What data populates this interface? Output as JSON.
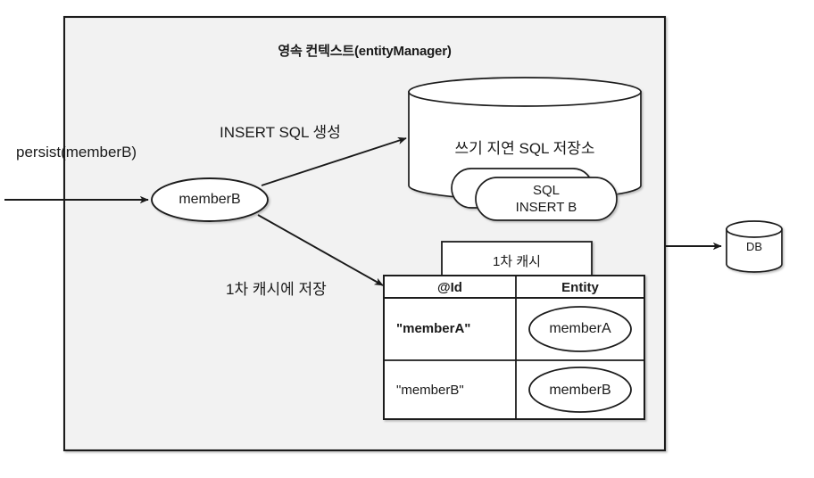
{
  "diagram": {
    "title": "영속 컨텍스트(entityManager)",
    "colors": {
      "context_fill": "#f2f2f2",
      "stroke": "#1a1a1a",
      "node_fill": "#ffffff",
      "page_bg": "#ffffff"
    },
    "external": {
      "persist_call": "persist(memberB)",
      "db_label": "DB"
    },
    "nodes": {
      "entity_memberB": "memberB",
      "sql_store_title": "쓰기 지연 SQL 저장소",
      "sql_item_front_line1": "SQL",
      "sql_item_front_line2": "INSERT B"
    },
    "edges": {
      "insert_sql": "INSERT SQL 생성",
      "save_to_cache": "1차 캐시에 저장"
    },
    "cache_table": {
      "caption": "1차 캐시",
      "columns": [
        "@Id",
        "Entity"
      ],
      "rows": [
        {
          "id": "\"memberA\"",
          "entity": "memberA",
          "id_bold": true
        },
        {
          "id": "\"memberB\"",
          "entity": "memberB",
          "id_bold": false
        }
      ]
    }
  }
}
